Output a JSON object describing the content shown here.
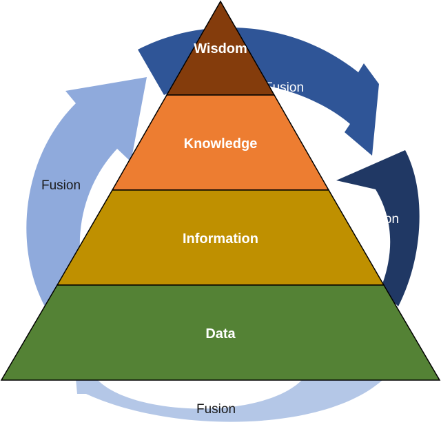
{
  "pyramid": {
    "tiers": [
      {
        "label": "Wisdom",
        "color": "#843C0C"
      },
      {
        "label": "Knowledge",
        "color": "#ED7D31"
      },
      {
        "label": "Information",
        "color": "#BF9000"
      },
      {
        "label": "Data",
        "color": "#548235"
      }
    ]
  },
  "cycle": {
    "arrows": [
      {
        "label": "Fusion",
        "color": "#2F5597",
        "text_color": "#ffffff"
      },
      {
        "label": "Fusion",
        "color": "#203864",
        "text_color": "#ffffff"
      },
      {
        "label": "Fusion",
        "color": "#B4C7E7",
        "text_color": "#1a1a1a"
      },
      {
        "label": "Fusion",
        "color": "#8FAADC",
        "text_color": "#1a1a1a"
      }
    ]
  }
}
